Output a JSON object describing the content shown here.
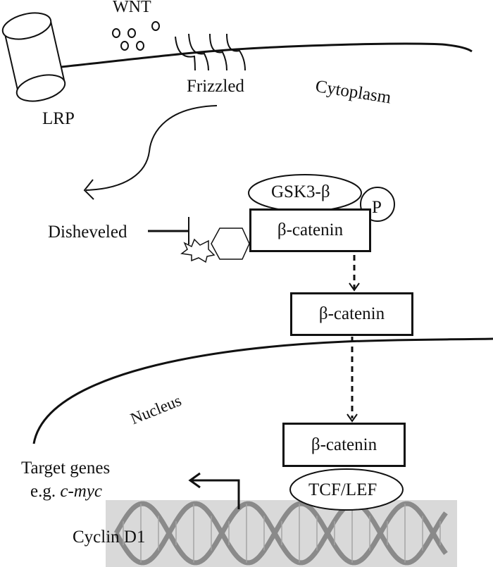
{
  "labels": {
    "wnt": "WNT",
    "lrp": "LRP",
    "frizzled": "Frizzled",
    "cytoplasm": "Cytoplasm",
    "gsk3b": "GSK3-β",
    "phosphate": "P",
    "disheveled": "Disheveled",
    "beta_catenin_complex": "β-catenin",
    "beta_catenin_cytoplasm": "β-catenin",
    "nucleus": "Nucleus",
    "beta_catenin_nucleus": "β-catenin",
    "tcf_lef": "TCF/LEF",
    "target_genes": "Target genes",
    "example_prefix": "e.g. ",
    "example_gene": "c-myc",
    "cyclin": "Cyclin D1"
  },
  "colors": {
    "line": "#111111",
    "dna_background": "#d8d8d8",
    "dna_strand": "#8a8a8a"
  }
}
